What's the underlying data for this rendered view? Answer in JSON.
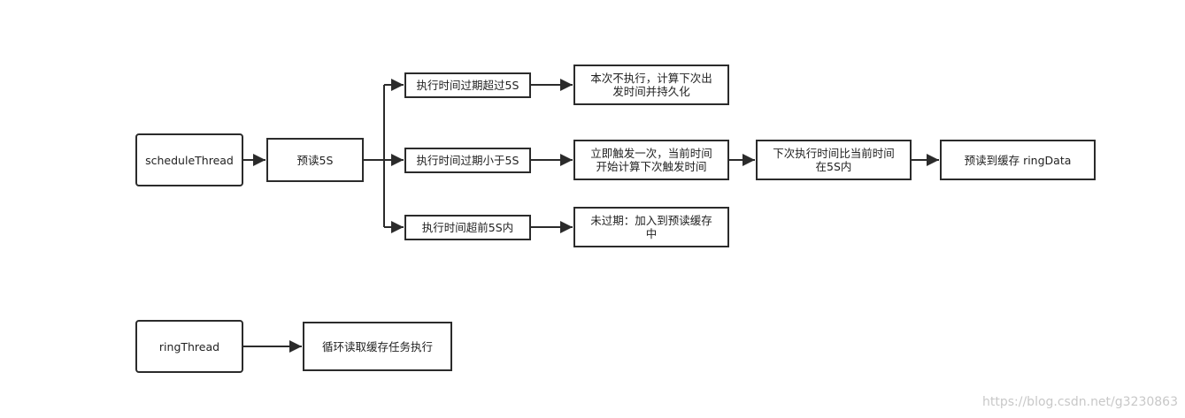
{
  "nodes": {
    "scheduleThread": "scheduleThread",
    "preread5s": "预读5S",
    "expiredOver5s": "执行时间过期超过5S",
    "expiredUnder5s": "执行时间过期小于5S",
    "ahead5s": "执行时间超前5S内",
    "notExecute": "本次不执行，计算下次出\n发时间并持久化",
    "triggerOnce": "立即触发一次，当前时间\n开始计算下次触发时间",
    "nextWithin5s": "下次执行时间比当前时间\n在5S内",
    "prereadRingData": "预读到缓存 ringData",
    "notExpired": "未过期：加入到预读缓存\n中",
    "ringThread": "ringThread",
    "loopRead": "循环读取缓存任务执行"
  },
  "colors": {
    "stroke": "#2b2b2b",
    "text": "#222222",
    "watermark": "#c8c8c8"
  },
  "watermark": "https://blog.csdn.net/g3230863"
}
